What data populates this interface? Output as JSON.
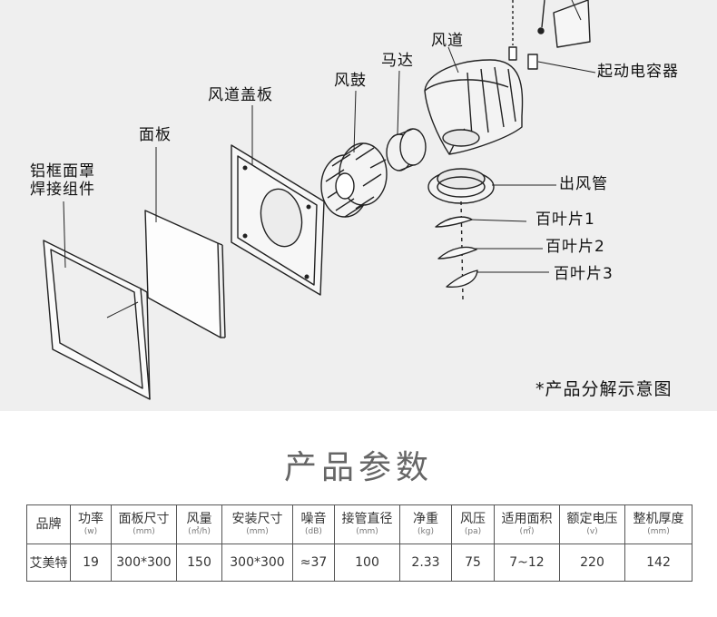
{
  "diagram": {
    "labels": {
      "frame": "铝框面罩\n焊接组件",
      "panel": "面板",
      "duct_cover": "风道盖板",
      "drum": "风鼓",
      "motor": "马达",
      "duct": "风道",
      "capacitor": "起动电容器",
      "outlet": "出风管",
      "louver1": "百叶片1",
      "louver2": "百叶片2",
      "louver3": "百叶片3"
    },
    "caption": "*产品分解示意图"
  },
  "section_title": "产品参数",
  "spec_table": {
    "headers": [
      {
        "label": "品牌",
        "unit": ""
      },
      {
        "label": "功率",
        "unit": "(w)"
      },
      {
        "label": "面板尺寸",
        "unit": "(mm)"
      },
      {
        "label": "风量",
        "unit": "(㎥/h)"
      },
      {
        "label": "安装尺寸",
        "unit": "(mm)"
      },
      {
        "label": "噪音",
        "unit": "(dB)"
      },
      {
        "label": "接管直径",
        "unit": "(mm)"
      },
      {
        "label": "净重",
        "unit": "(kg)"
      },
      {
        "label": "风压",
        "unit": "(pa)"
      },
      {
        "label": "适用面积",
        "unit": "(㎡)"
      },
      {
        "label": "额定电压",
        "unit": "(v)"
      },
      {
        "label": "整机厚度",
        "unit": "(mm)"
      }
    ],
    "values": [
      "艾美特",
      "19",
      "300*300",
      "150",
      "300*300",
      "≈37",
      "100",
      "2.33",
      "75",
      "7~12",
      "220",
      "142"
    ]
  }
}
